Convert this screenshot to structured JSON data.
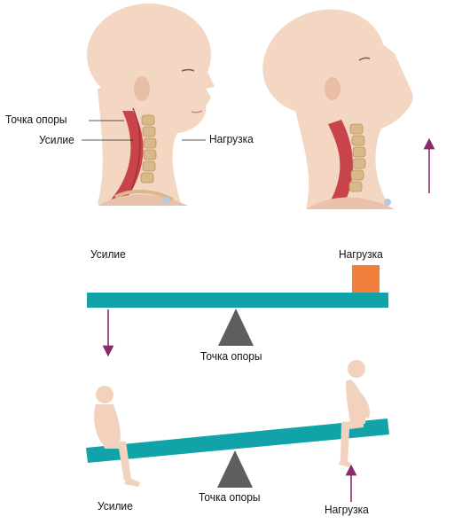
{
  "head_figures": {
    "labels": {
      "fulcrum": "Точка опоры",
      "effort": "Усилие",
      "load": "Нагрузка"
    },
    "colors": {
      "skin": "#f3d7c3",
      "muscle": "#c9434a",
      "spine": "#d9b98a",
      "arrow": "#8b2a6b"
    }
  },
  "lever_diagram": {
    "labels": {
      "effort": "Усилие",
      "load": "Нагрузка",
      "fulcrum": "Точка опоры"
    },
    "colors": {
      "beam": "#12a3a8",
      "load_box": "#f07f3c",
      "fulcrum": "#5e5e5e",
      "arrow": "#8b2a6b"
    }
  },
  "seesaw_diagram": {
    "labels": {
      "effort": "Усилие",
      "fulcrum": "Точка опоры",
      "load": "Нагрузка"
    },
    "colors": {
      "beam": "#12a3a8",
      "fulcrum": "#5e5e5e",
      "figure": "#f2d2bd",
      "arrow": "#8b2a6b"
    }
  }
}
